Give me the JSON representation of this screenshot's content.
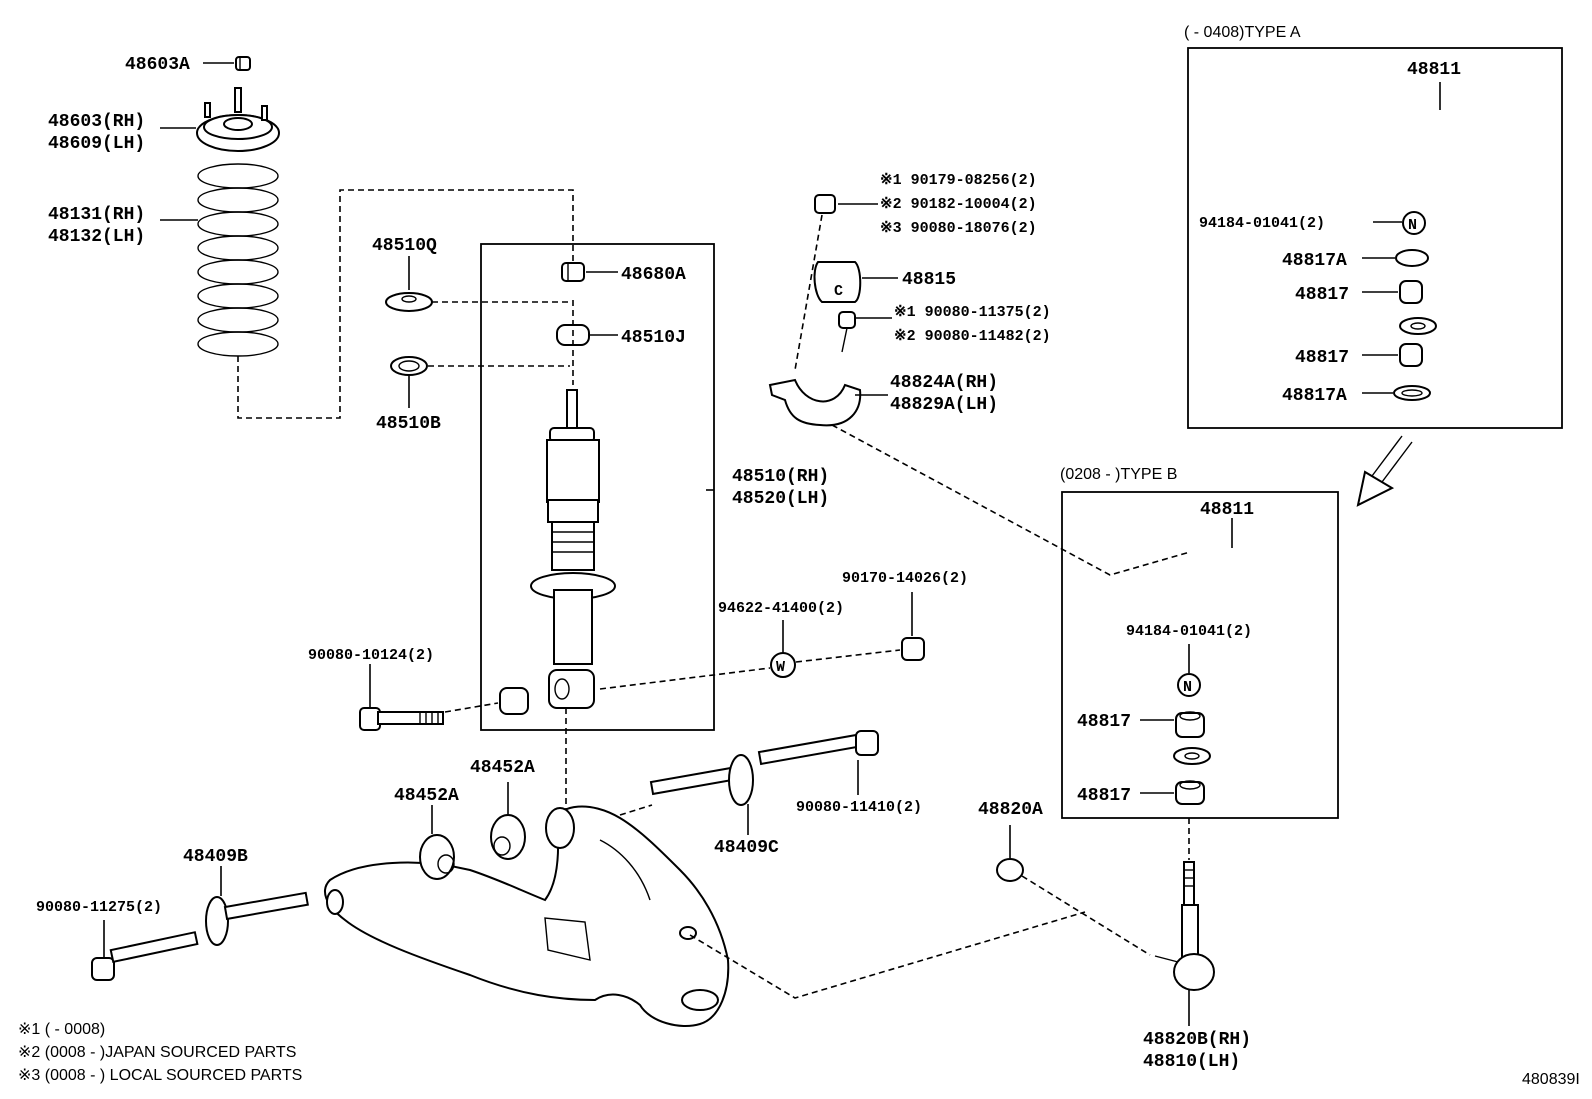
{
  "labels": {
    "l48603A": "48603A",
    "l48603RH": "48603(RH)",
    "l48609LH": "48609(LH)",
    "l48131RH": "48131(RH)",
    "l48132LH": "48132(LH)",
    "l48510Q": "48510Q",
    "l48510B": "48510B",
    "l48680A": "48680A",
    "l48510J": "48510J",
    "l48510RH": "48510(RH)",
    "l48520LH": "48520(LH)",
    "l90080_10124": "90080-10124(2)",
    "l94622_41400": "94622-41400(2)",
    "l90170_14026": "90170-14026(2)",
    "l48452A_1": "48452A",
    "l48452A_2": "48452A",
    "l48409B": "48409B",
    "l48409C": "48409C",
    "l90080_11275": "90080-11275(2)",
    "l90080_11410": "90080-11410(2)",
    "l90179": "※1 90179-08256(2)",
    "l90182": "※2 90182-10004(2)",
    "l90080_18076": "※3 90080-18076(2)",
    "l48815": "48815",
    "l90080_11375": "※1 90080-11375(2)",
    "l90080_11482": "※2 90080-11482(2)",
    "l48824A": "48824A(RH)",
    "l48829A": "48829A(LH)",
    "l48820A": "48820A",
    "l48820B": "48820B(RH)",
    "l48810": "48810(LH)",
    "typeA_header": "(       - 0408)TYPE A",
    "a48811": "48811",
    "a94184": "94184-01041(2)",
    "a48817A_1": "48817A",
    "a48817_1": "48817",
    "a48817_2": "48817",
    "a48817A_2": "48817A",
    "typeB_header": "(0208 -        )TYPE B",
    "b48811": "48811",
    "b94184": "94184-01041(2)",
    "b48817_1": "48817",
    "b48817_2": "48817",
    "sym_N": "N",
    "sym_W": "W",
    "sym_C": "C"
  },
  "notes": {
    "n1": "※1 (        - 0008)",
    "n2": "※2 (0008 -        )JAPAN SOURCED PARTS",
    "n3": "※3 (0008 -        ) LOCAL SOURCED PARTS"
  },
  "figure_id": "480839I"
}
